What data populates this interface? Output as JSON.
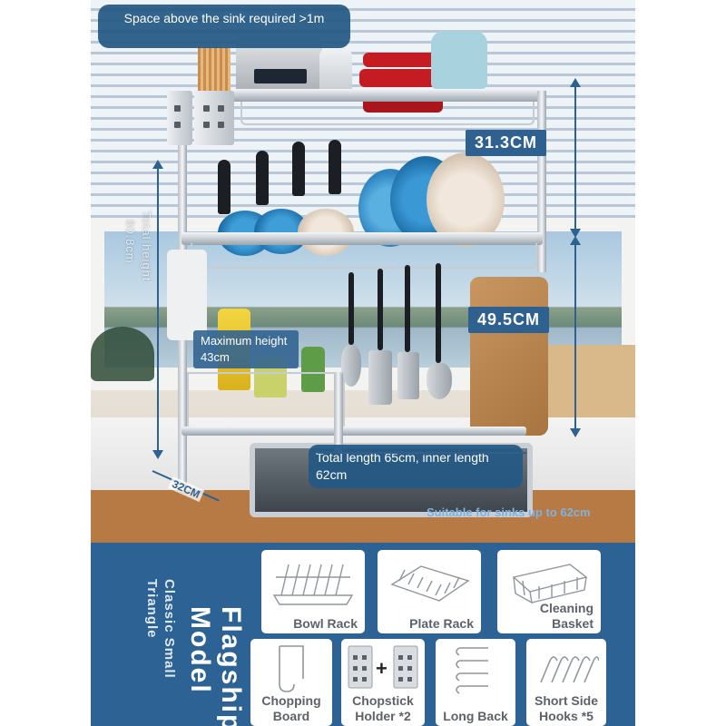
{
  "callouts": {
    "sink_clearance": "Space above the sink required >1m",
    "max_height": "Maximum height 43cm",
    "total_length": "Total length 65cm, inner length 62cm",
    "sink_fit": "Suitable for sinks up to 62cm"
  },
  "dimensions": {
    "upper_gap": "31.3CM",
    "lower_gap": "49.5CM",
    "total_height_label": "Total height",
    "total_height_value": "80.8cm",
    "depth": "32CM"
  },
  "panel": {
    "model_title": "Flagship Model",
    "model_subtitle": "Classic Small Triangle",
    "items": [
      {
        "label": "Bowl Rack",
        "icon": "bowl-rack-icon"
      },
      {
        "label": "Plate Rack",
        "icon": "plate-rack-icon"
      },
      {
        "label": "Cleaning Basket",
        "icon": "cleaning-basket-icon"
      },
      {
        "label": "Chopping Board",
        "icon": "chopping-board-hook-icon"
      },
      {
        "label": "Chopstick Holder *2",
        "icon": "chopstick-holder-icon"
      },
      {
        "label": "Long Back",
        "icon": "long-back-hook-icon"
      },
      {
        "label": "Short Side Hooks *5",
        "icon": "short-side-hooks-icon"
      }
    ]
  },
  "colors": {
    "accent_blue": "#2c6294",
    "callout_blue": "#245884",
    "card_background": "#ffffff"
  }
}
